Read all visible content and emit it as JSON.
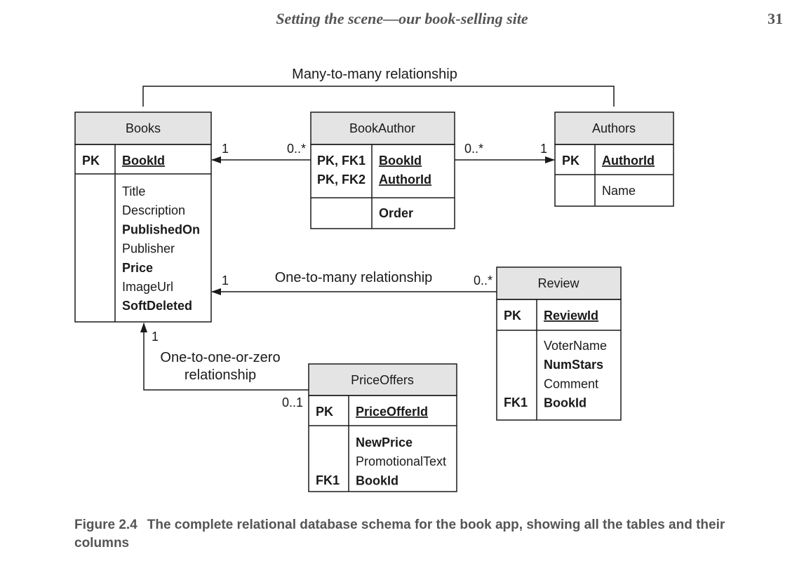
{
  "header": {
    "running_title": "Setting the scene—our book-selling site",
    "page_number": "31"
  },
  "caption": {
    "label": "Figure 2.4",
    "text": "The complete relational database schema for the book app, showing all the tables and their columns"
  },
  "tables": {
    "books": {
      "name": "Books",
      "pk_key": "PK",
      "pk_column": "BookId",
      "columns": [
        {
          "text": "Title",
          "bold": false
        },
        {
          "text": "Description",
          "bold": false
        },
        {
          "text": "PublishedOn",
          "bold": true
        },
        {
          "text": "Publisher",
          "bold": false
        },
        {
          "text": "Price",
          "bold": true
        },
        {
          "text": "ImageUrl",
          "bold": false
        },
        {
          "text": "SoftDeleted",
          "bold": true
        }
      ]
    },
    "book_author": {
      "name": "BookAuthor",
      "key1": "PK, FK1",
      "key2": "PK, FK2",
      "pk1_column": "BookId",
      "pk2_column": "AuthorId",
      "other_column": "Order"
    },
    "authors": {
      "name": "Authors",
      "pk_key": "PK",
      "pk_column": "AuthorId",
      "column": "Name"
    },
    "review": {
      "name": "Review",
      "pk_key": "PK",
      "pk_column": "ReviewId",
      "fk_key": "FK1",
      "columns": [
        {
          "text": "VoterName",
          "bold": false
        },
        {
          "text": "NumStars",
          "bold": true
        },
        {
          "text": "Comment",
          "bold": false
        },
        {
          "text": "BookId",
          "bold": true
        }
      ]
    },
    "price_offers": {
      "name": "PriceOffers",
      "pk_key": "PK",
      "pk_column": "PriceOfferId",
      "fk_key": "FK1",
      "columns": [
        {
          "text": "NewPrice",
          "bold": true
        },
        {
          "text": "PromotionalText",
          "bold": false
        },
        {
          "text": "BookId",
          "bold": true
        }
      ]
    }
  },
  "relationships": {
    "many_to_many": {
      "label": "Many-to-many relationship"
    },
    "book_to_bookauthor": {
      "one": "1",
      "many": "0..*"
    },
    "bookauthor_to_author": {
      "many": "0..*",
      "one": "1"
    },
    "one_to_many": {
      "label": "One-to-many relationship",
      "one": "1",
      "many": "0..*"
    },
    "one_to_one": {
      "label_line1": "One-to-one-or-zero",
      "label_line2": "relationship",
      "one": "1",
      "zero_or_one": "0..1"
    }
  },
  "colors": {
    "header_fill": "#e4e4e4",
    "line": "#1a1a1a",
    "caption_text": "#555555"
  }
}
